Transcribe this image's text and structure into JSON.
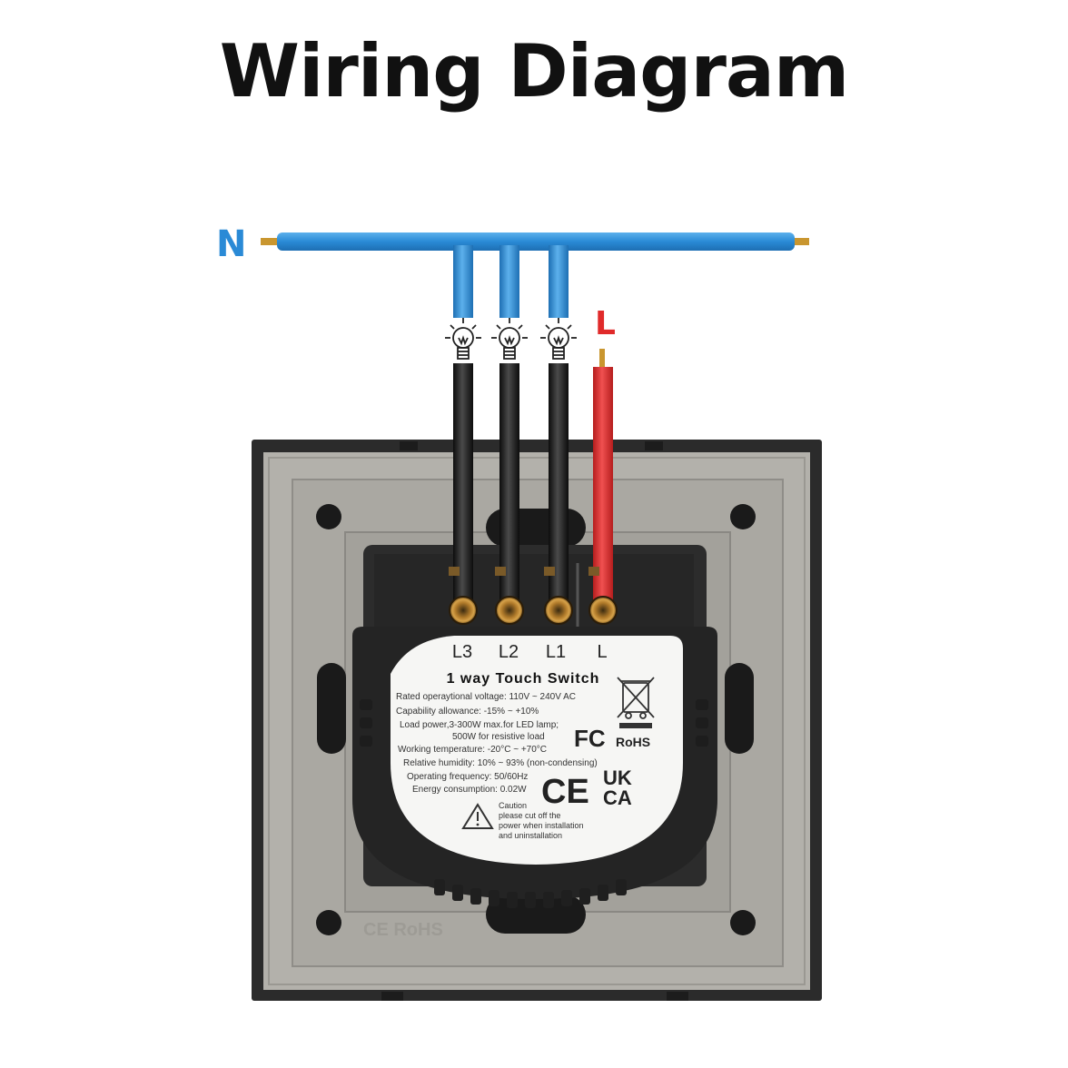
{
  "title": "Wiring Diagram",
  "wires": {
    "neutral_label": "N",
    "live_label": "L",
    "neutral_color": "#2f8fd8",
    "live_color": "#e02a2a",
    "load_color": "#1a1a1a",
    "copper_color": "#c9962f"
  },
  "terminals": [
    "L3",
    "L2",
    "L1",
    "L"
  ],
  "label": {
    "title": "1 way Touch Switch",
    "specs": [
      "Rated operaytional voltage: 110V ~ 240V AC",
      "Capability allowance: -15% ~ +10%",
      "Load power,3-300W max.for LED lamp;",
      "500W for resistive load",
      "Working temperature: -20°C ~ +70°C",
      "Relative humidity: 10% ~ 93% (non-condensing)",
      "Operating frequency: 50/60Hz",
      "Energy consumption: 0.02W"
    ],
    "caution": [
      "Caution",
      "please cut off the",
      "power when installation",
      "and uninstallation"
    ],
    "marks": {
      "fcc": "FC",
      "rohs": "RoHS",
      "ce": "CE",
      "ukca_top": "UK",
      "ukca_bottom": "CA"
    }
  },
  "frame_emboss": "CE RoHS",
  "colors": {
    "frame_outer": "#2b2b2b",
    "frame_plate": "#b3b1ab",
    "frame_inner": "#a8a6a0",
    "module": "#2c2c2c",
    "label_bg": "#f6f6f4"
  }
}
